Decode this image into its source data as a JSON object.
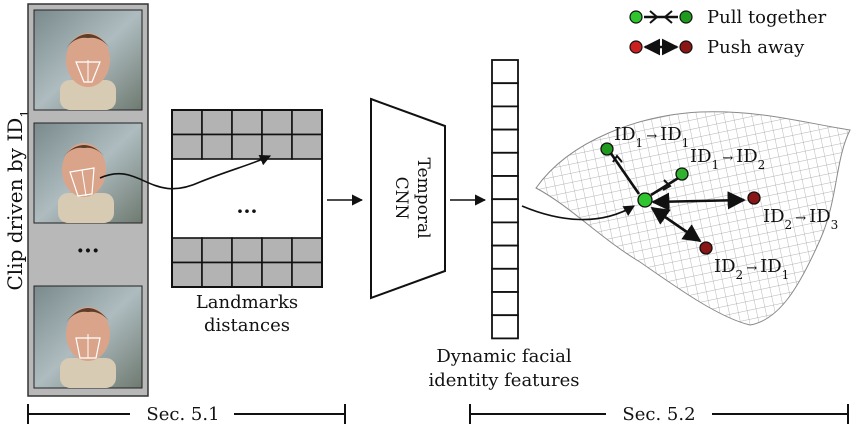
{
  "clip_label": "Clip driven by ID",
  "clip_label_sub": "1",
  "ellipsis": "···",
  "landmarks_label_1": "Landmarks",
  "landmarks_label_2": "distances",
  "cnn_label_1": "Temporal",
  "cnn_label_2": "CNN",
  "features_label_1": "Dynamic facial",
  "features_label_2": "identity features",
  "legend": {
    "pull_label": "Pull together",
    "push_label": "Push away"
  },
  "ids": {
    "a": {
      "left": "ID",
      "left_sub": "1",
      "arrow": "→",
      "right": "ID",
      "right_sub": "1"
    },
    "b": {
      "left": "ID",
      "left_sub": "1",
      "arrow": "→",
      "right": "ID",
      "right_sub": "2"
    },
    "c": {
      "left": "ID",
      "left_sub": "2",
      "arrow": "→",
      "right": "ID",
      "right_sub": "3"
    },
    "d": {
      "left": "ID",
      "left_sub": "2",
      "arrow": "→",
      "right": "ID",
      "right_sub": "1"
    }
  },
  "sections": {
    "left": "Sec. 5.1",
    "right": "Sec. 5.2"
  },
  "colors": {
    "green": "#2fc52f",
    "red": "#8a1616",
    "grey_cell": "#b3b3b3",
    "panel_bg": "#b8b8b8"
  }
}
